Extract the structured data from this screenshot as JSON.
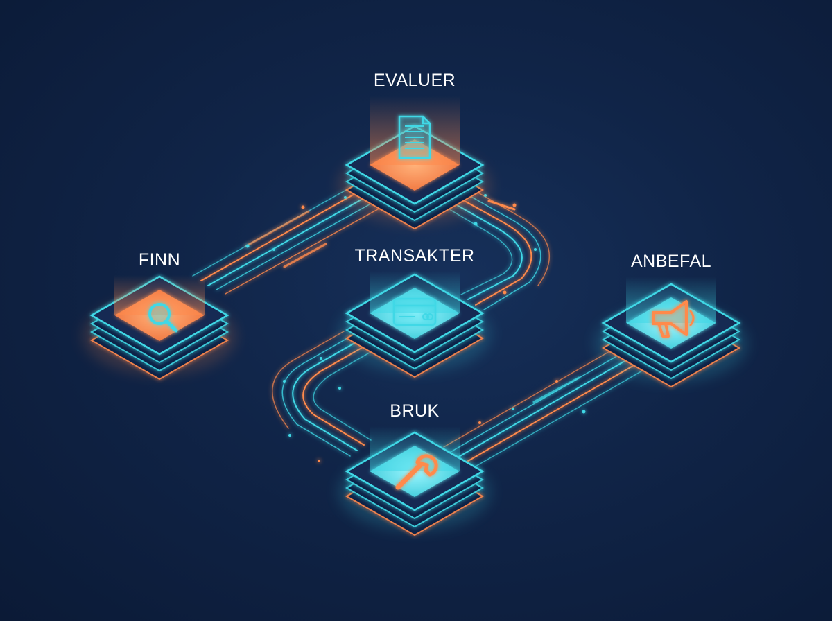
{
  "nodes": [
    {
      "id": "finn",
      "label": "FINN",
      "icon": "magnifier-icon",
      "accent": "#ff8a4c"
    },
    {
      "id": "evaluer",
      "label": "EVALUER",
      "icon": "document-icon",
      "accent": "#ff8a4c"
    },
    {
      "id": "transakter",
      "label": "TRANSAKTER",
      "icon": "credit-card-icon",
      "accent": "#3fd8e6"
    },
    {
      "id": "bruk",
      "label": "BRUK",
      "icon": "wrench-icon",
      "accent": "#3fd8e6"
    },
    {
      "id": "anbefal",
      "label": "ANBEFAL",
      "icon": "megaphone-icon",
      "accent": "#3fd8e6"
    }
  ],
  "edges": [
    {
      "from": "finn",
      "to": "evaluer"
    },
    {
      "from": "evaluer",
      "to": "transakter"
    },
    {
      "from": "transakter",
      "to": "bruk"
    },
    {
      "from": "bruk",
      "to": "anbefal"
    }
  ],
  "colors": {
    "orange": "#ff8a4c",
    "cyan": "#3fd8e6",
    "background": "#102447"
  }
}
